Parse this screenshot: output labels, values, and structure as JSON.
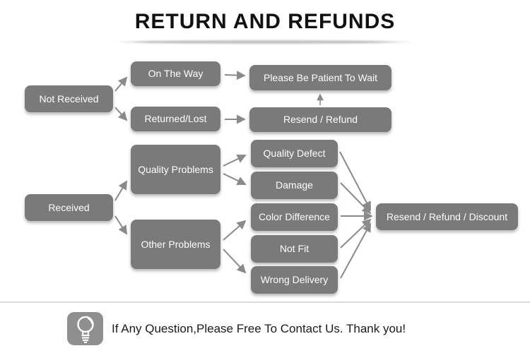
{
  "title": "RETURN AND REFUNDS",
  "flowchart": {
    "nodes": {
      "not_received": "Not Received",
      "on_the_way": "On The Way",
      "returned_lost": "Returned/Lost",
      "be_patient": "Please Be Patient To Wait",
      "resend_refund": "Resend / Refund",
      "received": "Received",
      "quality_problems": "Quality Problems",
      "other_problems": "Other Problems",
      "quality_defect": "Quality Defect",
      "damage": "Damage",
      "color_difference": "Color Difference",
      "not_fit": "Not Fit",
      "wrong_delivery": "Wrong Delivery",
      "resend_refund_discount": "Resend / Refund / Discount"
    }
  },
  "footer": {
    "icon": "lightbulb-icon",
    "message": "If Any Question,Please Free To Contact Us. Thank you!"
  },
  "colors": {
    "box_bg": "#7a7a7a",
    "box_text": "#ffffff",
    "arrow": "#8a8a8a",
    "title_text": "#111111",
    "divider": "#dcdcdc",
    "icon_bg": "#8f8f8f"
  }
}
